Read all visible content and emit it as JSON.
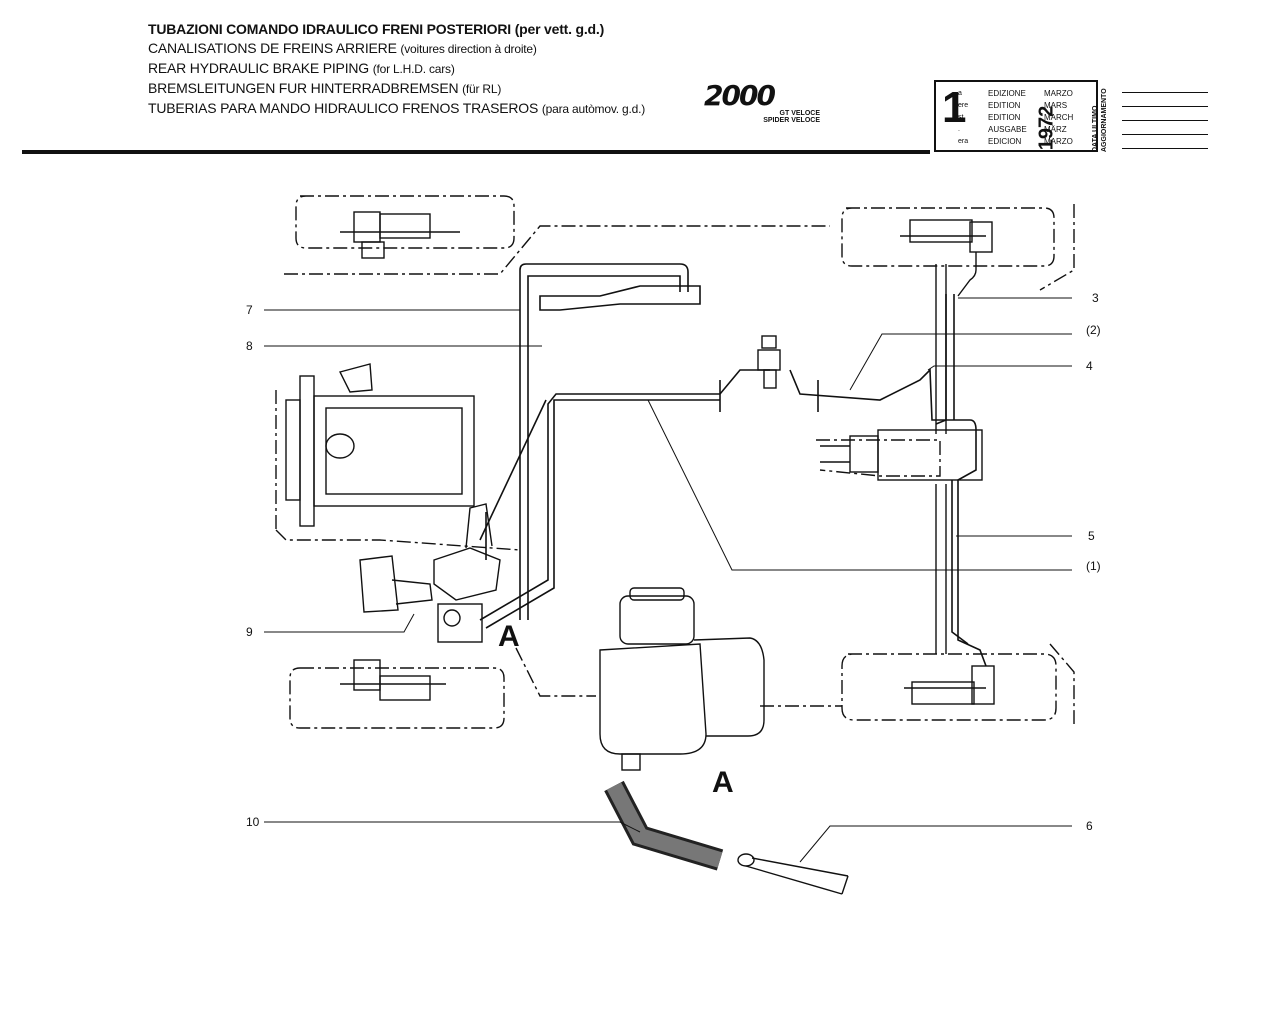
{
  "titles": [
    {
      "main": "TUBAZIONI COMANDO IDRAULICO FRENI POSTERIORI",
      "sub": "(per vett. g.d.)"
    },
    {
      "main": "CANALISATIONS DE FREINS ARRIERE",
      "sub": "(voitures direction à droite)"
    },
    {
      "main": "REAR HYDRAULIC BRAKE PIPING",
      "sub": "(for L.H.D. cars)"
    },
    {
      "main": "BREMSLEITUNGEN FUR HINTERRADBREMSEN",
      "sub": "(für RL)"
    },
    {
      "main": "TUBERIAS PARA MANDO HIDRAULICO FRENOS TRASEROS",
      "sub": "(para autòmov. g.d.)"
    }
  ],
  "logo": {
    "mark": "2000",
    "model_line1": "GT VELOCE",
    "model_line2": "SPIDER VELOCE"
  },
  "edition": {
    "number": "1",
    "suffixes": [
      "a",
      "ere",
      "st",
      ".",
      "era"
    ],
    "labels": [
      "EDIZIONE",
      "EDITION",
      "EDITION",
      "AUSGABE",
      "EDICION"
    ],
    "year": "1972",
    "months": [
      "MARZO",
      "MARS",
      "MARCH",
      "MÄRZ",
      "MARZO"
    ]
  },
  "update_label": {
    "line1": "DATA ULTIMO",
    "line2": "AGGIORNAMENTO"
  },
  "callouts": {
    "c7": "7",
    "c8": "8",
    "c9": "9",
    "c10": "10",
    "c3": "3",
    "c2": "(2)",
    "c4": "4",
    "c5": "5",
    "c1": "(1)",
    "c6": "6"
  },
  "detail_marker": "A"
}
